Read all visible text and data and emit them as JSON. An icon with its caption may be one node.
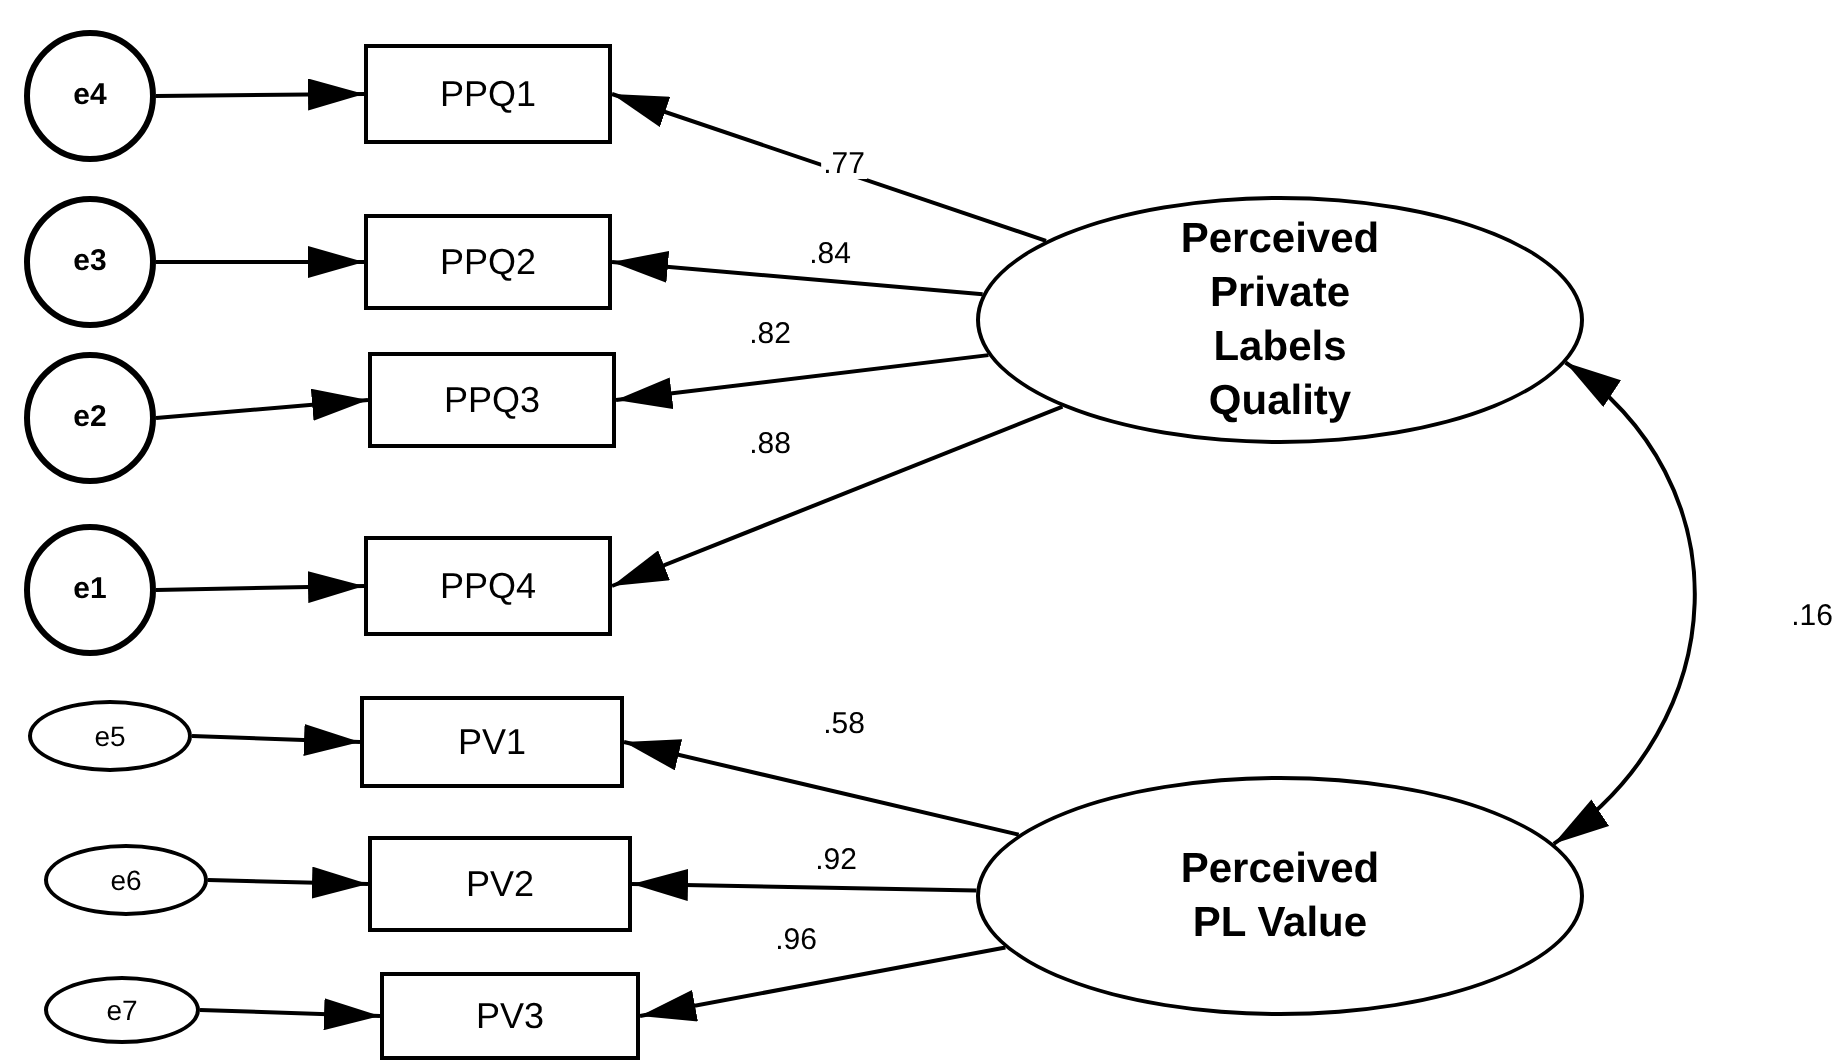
{
  "diagram": {
    "nodes": [
      {
        "text": [
          "e4"
        ]
      },
      {
        "text": [
          "e3"
        ]
      },
      {
        "text": [
          "e2"
        ]
      },
      {
        "text": [
          "e1"
        ]
      },
      {
        "text": [
          "e5"
        ]
      },
      {
        "text": [
          "e6"
        ]
      },
      {
        "text": [
          "e7"
        ]
      },
      {
        "text": [
          "PPQ1"
        ]
      },
      {
        "text": [
          "PPQ2"
        ]
      },
      {
        "text": [
          "PPQ3"
        ]
      },
      {
        "text": [
          "PPQ4"
        ]
      },
      {
        "text": [
          "PV1"
        ]
      },
      {
        "text": [
          "PV2"
        ]
      },
      {
        "text": [
          "PV3"
        ]
      },
      {
        "text": [
          "Perceived Private Labels Quality"
        ]
      },
      {
        "text": [
          "Perceived PL Value"
        ]
      }
    ],
    "edges": [
      {
        "from": 0,
        "to": 7,
        "arrow": "to"
      },
      {
        "from": 1,
        "to": 8,
        "arrow": "to"
      },
      {
        "from": 2,
        "to": 9,
        "arrow": "to"
      },
      {
        "from": 3,
        "to": 10,
        "arrow": "to"
      },
      {
        "from": 4,
        "to": 11,
        "arrow": "to"
      },
      {
        "from": 5,
        "to": 12,
        "arrow": "to"
      },
      {
        "from": 6,
        "to": 13,
        "arrow": "to"
      },
      {
        "from": 14,
        "to": 7,
        "arrow": "to",
        "label": ".77"
      },
      {
        "from": 14,
        "to": 8,
        "arrow": "to",
        "label": ".84"
      },
      {
        "from": 14,
        "to": 9,
        "arrow": "to",
        "label": ".82"
      },
      {
        "from": 14,
        "to": 10,
        "arrow": "to",
        "label": ".88"
      },
      {
        "from": 15,
        "to": 11,
        "arrow": "to",
        "label": ".58"
      },
      {
        "from": 15,
        "to": 12,
        "arrow": "to",
        "label": ".92"
      },
      {
        "from": 15,
        "to": 13,
        "arrow": "to",
        "label": ".96"
      },
      {
        "from": 14,
        "to": 15,
        "arrow": "both",
        "label": ".16"
      }
    ]
  }
}
